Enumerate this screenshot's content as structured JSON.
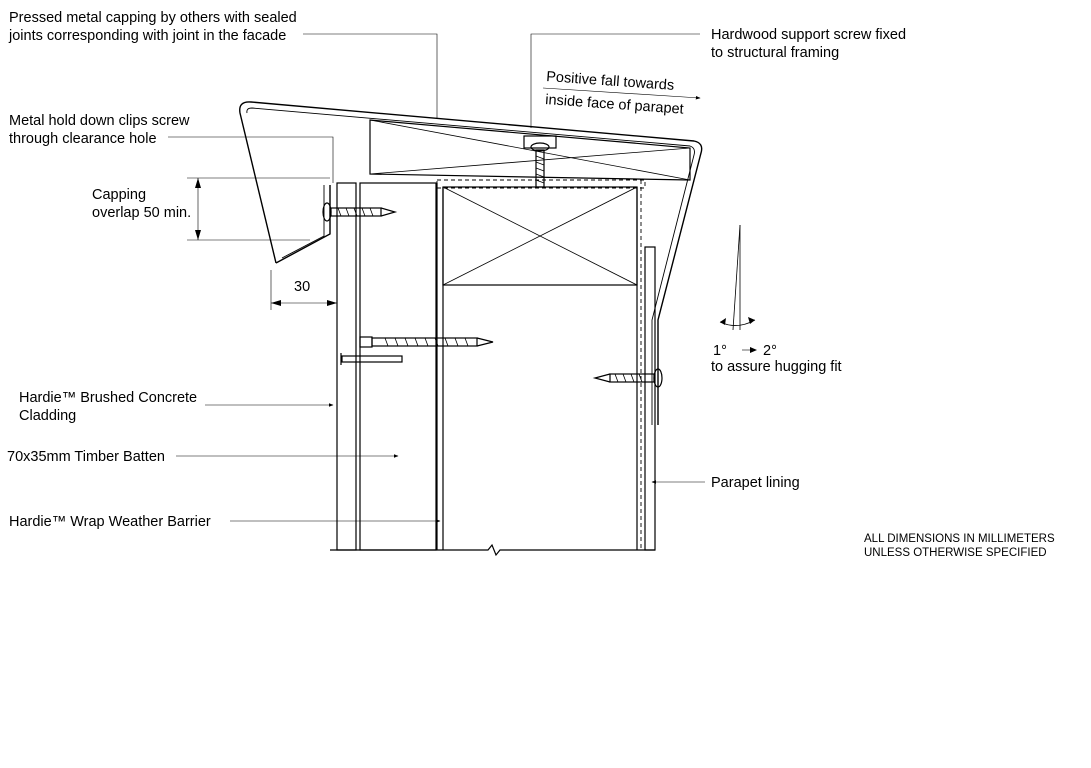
{
  "labels": {
    "capping_line1": "Pressed metal capping by others with sealed",
    "capping_line2": "joints corresponding with joint in the facade",
    "hardwood_line1": "Hardwood support screw fixed",
    "hardwood_line2": "to structural framing",
    "fall_line1": "Positive fall towards",
    "fall_line2": "inside face of parapet",
    "clips_line1": "Metal hold down clips screw",
    "clips_line2": "through clearance hole",
    "overlap_line1": "Capping",
    "overlap_line2": "overlap 50 min.",
    "dim_30": "30",
    "angle_1": "1°",
    "angle_2": "2°",
    "hugging": "to assure hugging fit",
    "cladding_line1": "Hardie™ Brushed Concrete",
    "cladding_line2": "Cladding",
    "batten": "70x35mm Timber Batten",
    "parapet_lining": "Parapet lining",
    "wrap": "Hardie™ Wrap Weather Barrier"
  },
  "notes": {
    "line1": "ALL DIMENSIONS IN MILLIMETERS",
    "line2": "UNLESS OTHERWISE SPECIFIED"
  }
}
